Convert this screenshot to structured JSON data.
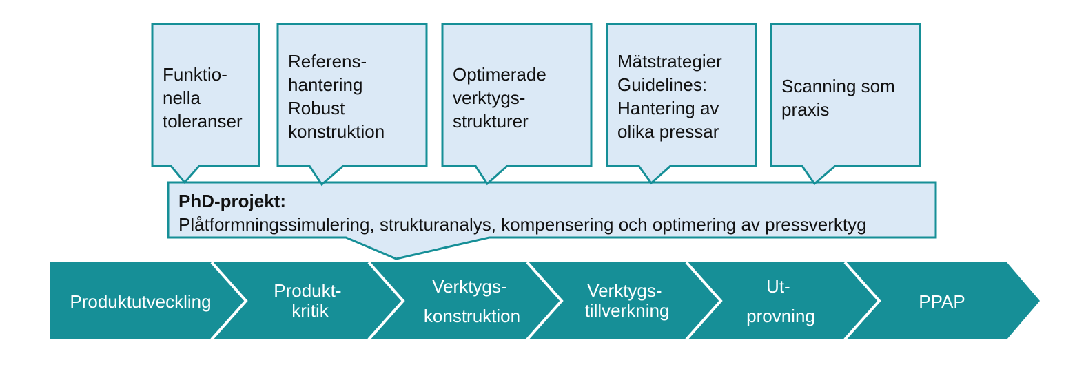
{
  "colors": {
    "callout_fill": "#dbe9f6",
    "callout_stroke": "#168f97",
    "chevron_fill": "#168f97",
    "chevron_divider": "#ffffff",
    "step_text": "#ffffff",
    "body_text": "#111111"
  },
  "callouts": [
    {
      "lines": [
        "Funktio-",
        "nella",
        "toleranser"
      ]
    },
    {
      "lines": [
        "Referens-",
        "hantering",
        "Robust",
        "konstruktion"
      ]
    },
    {
      "lines": [
        "Optimerade",
        "verktygs-",
        "strukturer"
      ]
    },
    {
      "lines": [
        "Mätstrategier",
        "Guidelines:",
        "Hantering av",
        "olika pressar"
      ]
    },
    {
      "lines": [
        "Scanning som",
        "praxis"
      ]
    }
  ],
  "phd": {
    "title": "PhD-projekt:",
    "text": "Plåtformningssimulering, strukturanalys, kompensering och optimering av pressverktyg"
  },
  "process_steps": [
    {
      "lines": [
        "Produktutveckling"
      ]
    },
    {
      "lines": [
        "Produkt-",
        "kritik"
      ]
    },
    {
      "lines": [
        "Verktygs-",
        "konstruktion"
      ]
    },
    {
      "lines": [
        "Verktygs-",
        "tillverkning"
      ]
    },
    {
      "lines": [
        "Ut-",
        "provning"
      ]
    },
    {
      "lines": [
        "PPAP"
      ]
    }
  ]
}
